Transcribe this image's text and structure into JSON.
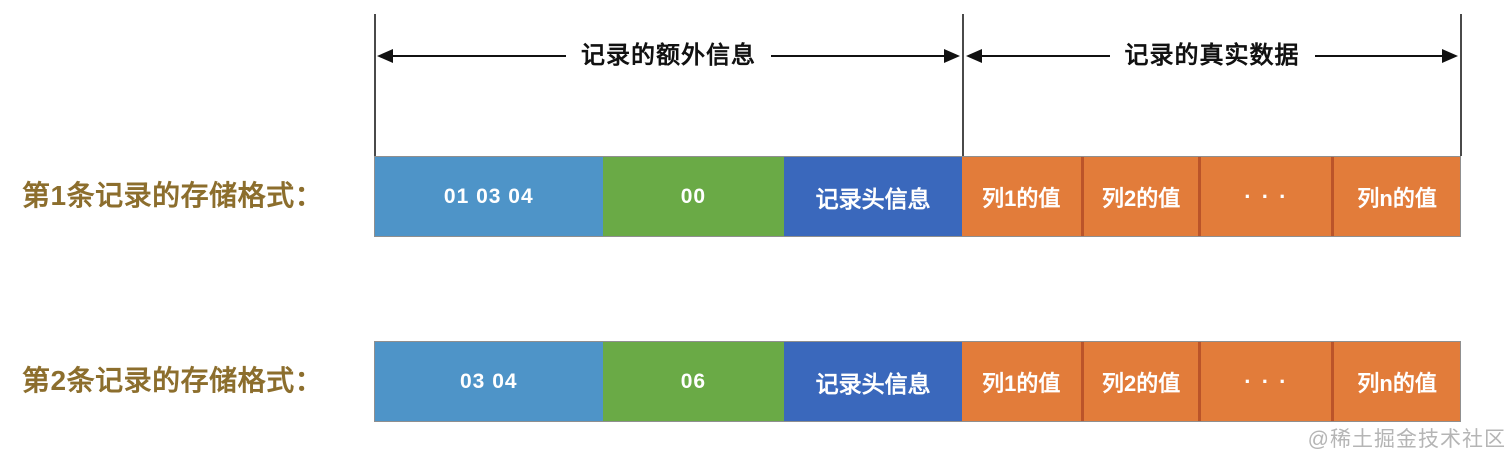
{
  "annotations": {
    "extra_info_label": "记录的额外信息",
    "real_data_label": "记录的真实数据"
  },
  "records": [
    {
      "label": "第1条记录的存储格式：",
      "cells": [
        "01 03 04",
        "00",
        "记录头信息",
        "列1的值",
        "列2的值",
        "· · ·",
        "列n的值"
      ]
    },
    {
      "label": "第2条记录的存储格式：",
      "cells": [
        "03 04",
        "06",
        "记录头信息",
        "列1的值",
        "列2的值",
        "· · ·",
        "列n的值"
      ]
    }
  ],
  "watermark": "@稀土掘金技术社区",
  "colors": {
    "variable_length_list_block": "#4e94c8",
    "null_list_block": "#6aaa46",
    "record_header_block": "#3a68bc",
    "column_value_block": "#e27c3a",
    "column_value_divider": "#bb5429",
    "row_label_text": "#8c6e2d",
    "arrow_line": "#111111",
    "boundary_line": "#4a4a4a",
    "watermark_text": "#b5b5b5"
  }
}
